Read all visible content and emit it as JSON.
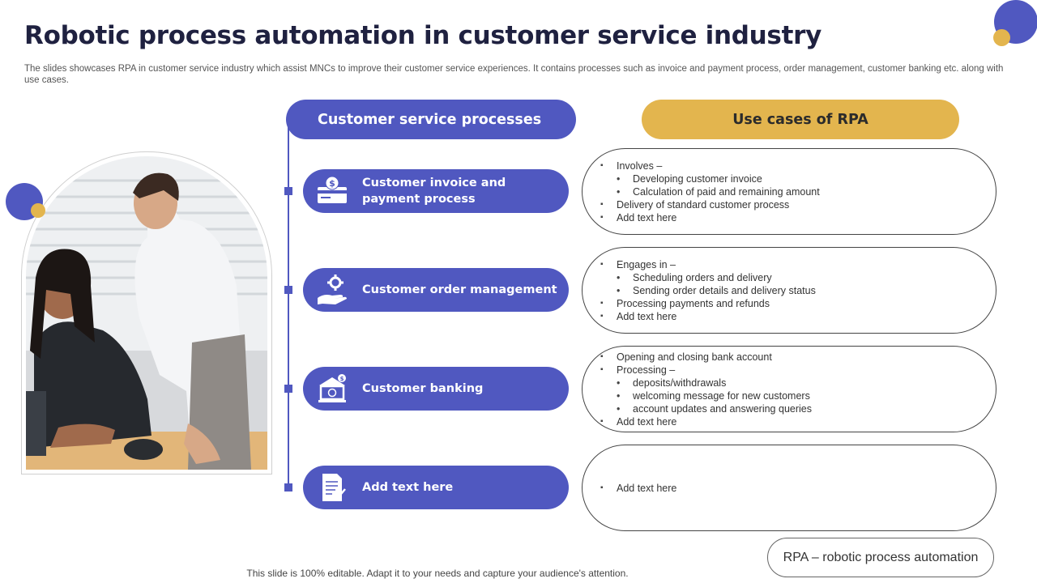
{
  "title": "Robotic process automation in customer service industry",
  "subtitle": "The slides showcases RPA in customer service industry which assist MNCs to improve their customer service experiences. It contains processes such as invoice and payment process, order management, customer banking etc. along with use cases.",
  "headers": {
    "processes": "Customer service processes",
    "use_cases": "Use cases of RPA"
  },
  "processes": [
    {
      "label_line1": "Customer invoice and",
      "label_line2": "payment process",
      "icon": "invoice-payment-icon"
    },
    {
      "label_line1": "Customer order management",
      "label_line2": "",
      "icon": "hand-gear-icon"
    },
    {
      "label_line1": "Customer banking",
      "label_line2": "",
      "icon": "bank-icon"
    },
    {
      "label_line1": "Add text here",
      "label_line2": "",
      "icon": "document-icon"
    }
  ],
  "use_cases": [
    [
      {
        "level": 1,
        "text": "Involves –"
      },
      {
        "level": 2,
        "text": "Developing  customer invoice"
      },
      {
        "level": 2,
        "text": "Calculation of paid and remaining amount"
      },
      {
        "level": 1,
        "text": "Delivery  of standard customer process"
      },
      {
        "level": 1,
        "text": "Add text here"
      }
    ],
    [
      {
        "level": 1,
        "text": "Engages in –"
      },
      {
        "level": 2,
        "text": "Scheduling orders and delivery"
      },
      {
        "level": 2,
        "text": "Sending order details and delivery  status"
      },
      {
        "level": 1,
        "text": "Processing payments and refunds"
      },
      {
        "level": 1,
        "text": "Add text here"
      }
    ],
    [
      {
        "level": 1,
        "text": "Opening and closing bank account"
      },
      {
        "level": 1,
        "text": "Processing –"
      },
      {
        "level": 2,
        "text": "deposits/withdrawals"
      },
      {
        "level": 2,
        "text": "welcoming message for new customers"
      },
      {
        "level": 2,
        "text": "account updates and answering queries"
      },
      {
        "level": 1,
        "text": "Add text here"
      }
    ],
    [
      {
        "level": 1,
        "text": "Add text here"
      }
    ]
  ],
  "note": "RPA – robotic process automation",
  "footer": "This slide is 100% editable. Adapt it to your needs and capture your audience's attention.",
  "colors": {
    "primary": "#5058c0",
    "accent": "#e3b54e",
    "title": "#1f2140"
  }
}
